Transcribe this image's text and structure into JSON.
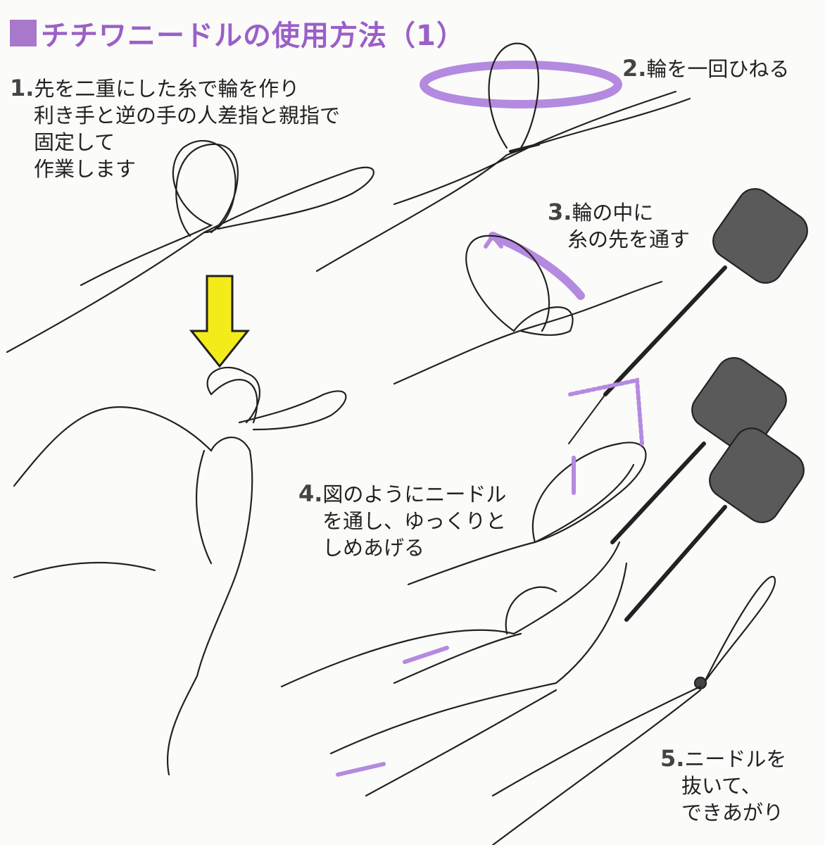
{
  "title": "チチワニードルの使用方法（1）",
  "colors": {
    "accent": "#9b5fc8",
    "arrow_purple": "#b48ae0",
    "arrow_yellow": "#f3ec1a",
    "grip": "#5a5a5a"
  },
  "steps": [
    {
      "num": "1.",
      "lines": [
        "先を二重にした糸で輪を作り",
        "利き手と逆の手の人差指と親指で",
        "固定して",
        "作業します"
      ]
    },
    {
      "num": "2.",
      "lines": [
        "輪を一回ひねる"
      ]
    },
    {
      "num": "3.",
      "lines": [
        "輪の中に",
        "糸の先を通す"
      ]
    },
    {
      "num": "4.",
      "lines": [
        "図のようにニードル",
        "を通し、ゆっくりと",
        "しめあげる"
      ]
    },
    {
      "num": "5.",
      "lines": [
        "ニードルを",
        "抜いて、",
        "できあがり"
      ]
    }
  ]
}
